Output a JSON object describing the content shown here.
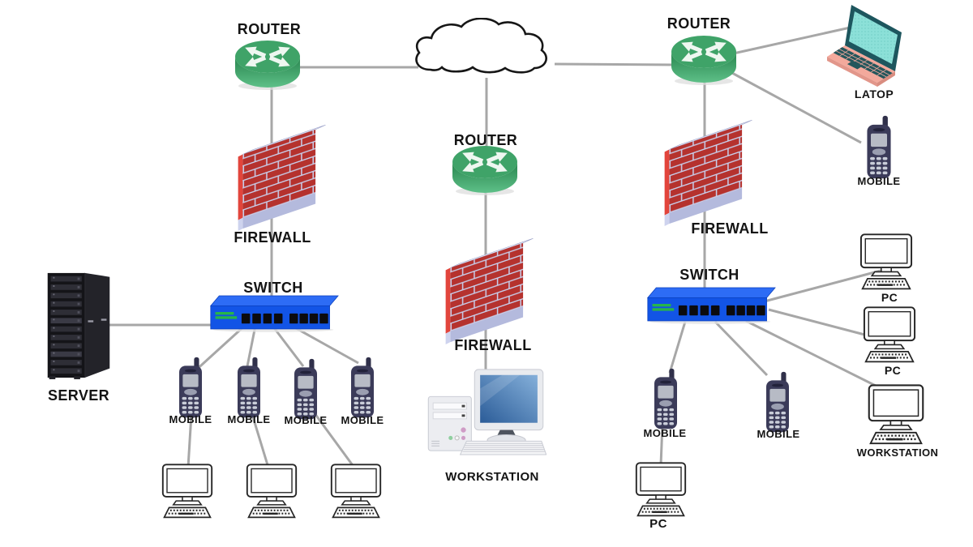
{
  "nodes": [
    {
      "id": "router-top-left",
      "type": "router",
      "label": "ROUTER"
    },
    {
      "id": "internet-cloud",
      "type": "cloud",
      "label": ""
    },
    {
      "id": "router-top-right",
      "type": "router",
      "label": "ROUTER"
    },
    {
      "id": "router-center",
      "type": "router",
      "label": "ROUTER"
    },
    {
      "id": "laptop",
      "type": "laptop",
      "label": "LATOP"
    },
    {
      "id": "mobile-top-right",
      "type": "mobile",
      "label": "MOBILE"
    },
    {
      "id": "firewall-left",
      "type": "firewall",
      "label": "FIREWALL"
    },
    {
      "id": "firewall-right",
      "type": "firewall",
      "label": "FIREWALL"
    },
    {
      "id": "firewall-center",
      "type": "firewall",
      "label": "FIREWALL"
    },
    {
      "id": "switch-left",
      "type": "switch",
      "label": "SWITCH"
    },
    {
      "id": "switch-right",
      "type": "switch",
      "label": "SWITCH"
    },
    {
      "id": "server",
      "type": "server-rack",
      "label": "SERVER"
    },
    {
      "id": "mobile-left-1",
      "type": "mobile",
      "label": "MOBILE"
    },
    {
      "id": "mobile-left-2",
      "type": "mobile",
      "label": "MOBILE"
    },
    {
      "id": "mobile-left-3",
      "type": "mobile",
      "label": "MOBILE"
    },
    {
      "id": "mobile-left-4",
      "type": "mobile",
      "label": "MOBILE"
    },
    {
      "id": "desktop-left-1",
      "type": "desktop-pc",
      "label": ""
    },
    {
      "id": "desktop-left-2",
      "type": "desktop-pc",
      "label": ""
    },
    {
      "id": "desktop-left-3",
      "type": "desktop-pc",
      "label": ""
    },
    {
      "id": "workstation-center",
      "type": "workstation",
      "label": "WORKSTATION"
    },
    {
      "id": "mobile-right-1",
      "type": "mobile",
      "label": "MOBILE"
    },
    {
      "id": "mobile-right-2",
      "type": "mobile",
      "label": "MOBILE"
    },
    {
      "id": "pc-bottom-right",
      "type": "desktop-pc",
      "label": "PC"
    },
    {
      "id": "pc-right-1",
      "type": "desktop-pc",
      "label": "PC"
    },
    {
      "id": "pc-right-2",
      "type": "desktop-pc",
      "label": "PC"
    },
    {
      "id": "workstation-right",
      "type": "workstation",
      "label": "WORKSTATION"
    }
  ],
  "edges": [
    {
      "from": "router-top-left",
      "to": "internet-cloud"
    },
    {
      "from": "internet-cloud",
      "to": "router-top-right"
    },
    {
      "from": "internet-cloud",
      "to": "router-center"
    },
    {
      "from": "router-top-left",
      "to": "firewall-left"
    },
    {
      "from": "firewall-left",
      "to": "switch-left"
    },
    {
      "from": "router-center",
      "to": "firewall-center"
    },
    {
      "from": "firewall-center",
      "to": "workstation-center"
    },
    {
      "from": "router-top-right",
      "to": "laptop"
    },
    {
      "from": "router-top-right",
      "to": "mobile-top-right"
    },
    {
      "from": "router-top-right",
      "to": "firewall-right"
    },
    {
      "from": "firewall-right",
      "to": "switch-right"
    },
    {
      "from": "server",
      "to": "switch-left"
    },
    {
      "from": "switch-left",
      "to": "mobile-left-1"
    },
    {
      "from": "switch-left",
      "to": "mobile-left-2"
    },
    {
      "from": "switch-left",
      "to": "mobile-left-3"
    },
    {
      "from": "switch-left",
      "to": "mobile-left-4"
    },
    {
      "from": "mobile-left-1",
      "to": "desktop-left-1"
    },
    {
      "from": "mobile-left-2",
      "to": "desktop-left-2"
    },
    {
      "from": "mobile-left-3",
      "to": "desktop-left-3"
    },
    {
      "from": "switch-right",
      "to": "mobile-right-1"
    },
    {
      "from": "switch-right",
      "to": "mobile-right-2"
    },
    {
      "from": "switch-right",
      "to": "pc-right-1"
    },
    {
      "from": "switch-right",
      "to": "pc-right-2"
    },
    {
      "from": "switch-right",
      "to": "workstation-right"
    },
    {
      "from": "mobile-right-1",
      "to": "pc-bottom-right"
    }
  ],
  "colors": {
    "background": "#ffffff",
    "connection_line": "#a7a7a7",
    "label_text": "#141414",
    "router_green": "#3fa368",
    "firewall_brick_red": "#b5322e",
    "firewall_mortar": "#c8cde9",
    "firewall_base_lavender": "#b4badd",
    "switch_blue": "#1254e6",
    "switch_port_black": "#0b0b0e",
    "server_black": "#141418",
    "mobile_navy": "#3b3b59",
    "laptop_screen_teal": "#8ce0d8",
    "laptop_body_salmon": "#f3a99c",
    "monitor_screen_blue": "#2b5c98",
    "outline_device_stroke": "#262626"
  }
}
